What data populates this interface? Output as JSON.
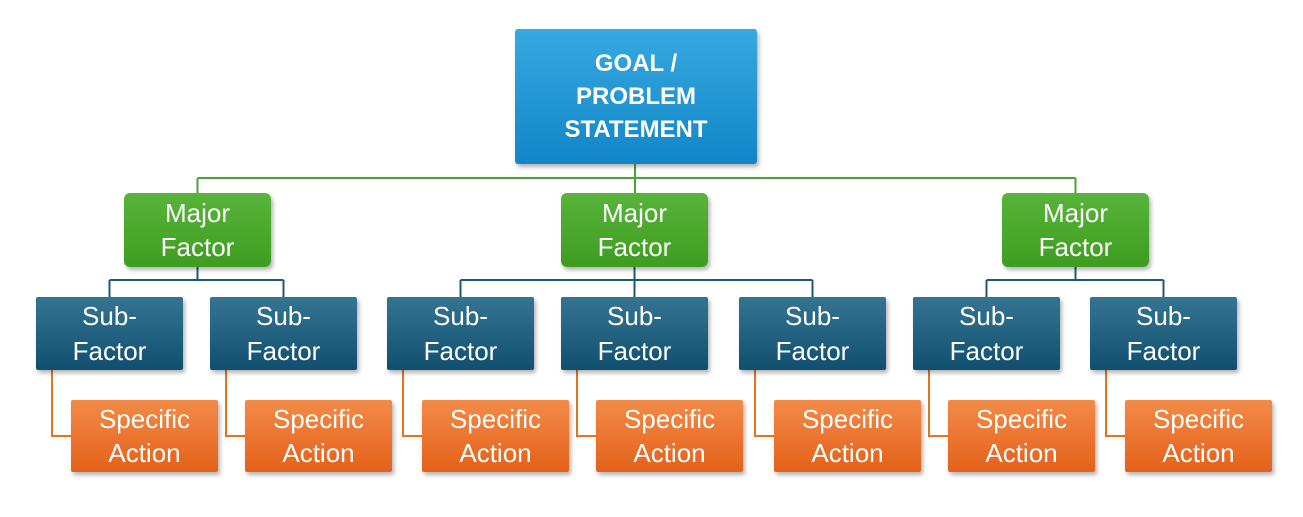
{
  "palette": {
    "goal_top": "#36a9e1",
    "goal_bottom": "#1285c7",
    "major_top": "#58b43a",
    "major_bottom": "#3e9d21",
    "sub_top": "#357491",
    "sub_bottom": "#114f70",
    "action_top": "#f28b48",
    "action_bottom": "#e4611a",
    "line_green": "#4aa435",
    "line_teal": "#1d5a78",
    "line_orange": "#e8731f"
  },
  "nodes": {
    "goal": "GOAL /\nPROBLEM\nSTATEMENT",
    "majors": [
      "Major\nFactor",
      "Major\nFactor",
      "Major\nFactor"
    ],
    "subs": [
      "Sub-\nFactor",
      "Sub-\nFactor",
      "Sub-\nFactor",
      "Sub-\nFactor",
      "Sub-\nFactor",
      "Sub-\nFactor",
      "Sub-\nFactor"
    ],
    "actions": [
      "Specific\nAction",
      "Specific\nAction",
      "Specific\nAction",
      "Specific\nAction",
      "Specific\nAction",
      "Specific\nAction",
      "Specific\nAction"
    ]
  }
}
